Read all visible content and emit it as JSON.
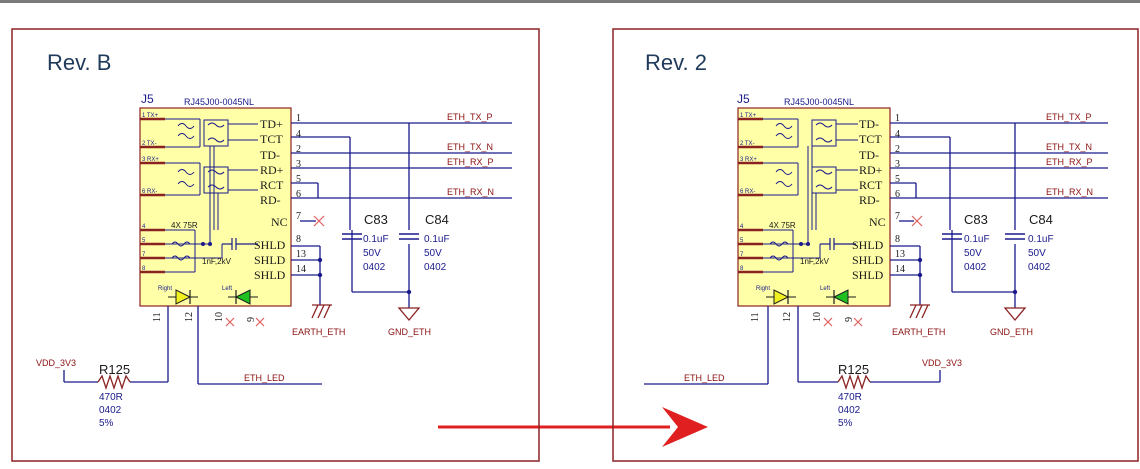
{
  "colors": {
    "frame": "#8b2222",
    "wire": "#1a1a8c",
    "component_fill": "#ffffa8",
    "component_border": "#8b2222",
    "net_label": "#8a1010",
    "arrow": "#e02020",
    "top_bar": "#7a7a7a"
  },
  "panels": [
    {
      "title": "Rev. B",
      "connector": {
        "ref": "J5",
        "part": "RJ45J00-0045NL",
        "inner_pins": [
          "1 TX+",
          "2 TX-",
          "3 RX+",
          "6 RX-",
          "4",
          "5",
          "7",
          "8"
        ],
        "pin_names": [
          "TD+",
          "TCT",
          "TD-",
          "RD+",
          "RCT",
          "RD-",
          "NC",
          "SHLD",
          "SHLD",
          "SHLD"
        ],
        "pin_numbers": [
          "1",
          "4",
          "2",
          "3",
          "5",
          "6",
          "7",
          "8",
          "13",
          "14"
        ],
        "resistor_array": "4X 75R",
        "cap_label": "1nF,2kV",
        "led_right": "Right",
        "led_left": "Left",
        "bottom_pins": [
          "11",
          "12",
          "10",
          "9"
        ]
      },
      "nets": [
        "ETH_TX_P",
        "ETH_TX_N",
        "ETH_RX_P",
        "ETH_RX_N",
        "ETH_LED",
        "EARTH_ETH",
        "GND_ETH",
        "VDD_3V3"
      ],
      "c83": {
        "ref": "C83",
        "value": "0.1uF",
        "voltage": "50V",
        "package": "0402"
      },
      "c84": {
        "ref": "C84",
        "value": "0.1uF",
        "voltage": "50V",
        "package": "0402"
      },
      "r125": {
        "ref": "R125",
        "value": "470R",
        "package": "0402",
        "tolerance": "5%"
      }
    },
    {
      "title": "Rev. 2",
      "connector": {
        "ref": "J5",
        "part": "RJ45J00-0045NL",
        "inner_pins": [
          "1 TX+",
          "2 TX-",
          "3 RX+",
          "6 RX-",
          "4",
          "5",
          "7",
          "8"
        ],
        "pin_names": [
          "TD-",
          "TCT",
          "TD-",
          "RD+",
          "RCT",
          "RD-",
          "NC",
          "SHLD",
          "SHLD",
          "SHLD"
        ],
        "pin_numbers": [
          "1",
          "4",
          "2",
          "3",
          "5",
          "6",
          "7",
          "8",
          "13",
          "14"
        ],
        "resistor_array": "4X 75R",
        "cap_label": "1nF,2kV",
        "led_right": "Right",
        "led_left": "Left",
        "bottom_pins": [
          "11",
          "12",
          "10",
          "9"
        ]
      },
      "nets": [
        "ETH_TX_P",
        "ETH_TX_N",
        "ETH_RX_P",
        "ETH_RX_N",
        "ETH_LED",
        "EARTH_ETH",
        "GND_ETH",
        "VDD_3V3"
      ],
      "c83": {
        "ref": "C83",
        "value": "0.1uF",
        "voltage": "50V",
        "package": "0402"
      },
      "c84": {
        "ref": "C84",
        "value": "0.1uF",
        "voltage": "50V",
        "package": "0402"
      },
      "r125": {
        "ref": "R125",
        "value": "470R",
        "package": "0402",
        "tolerance": "5%"
      }
    }
  ]
}
